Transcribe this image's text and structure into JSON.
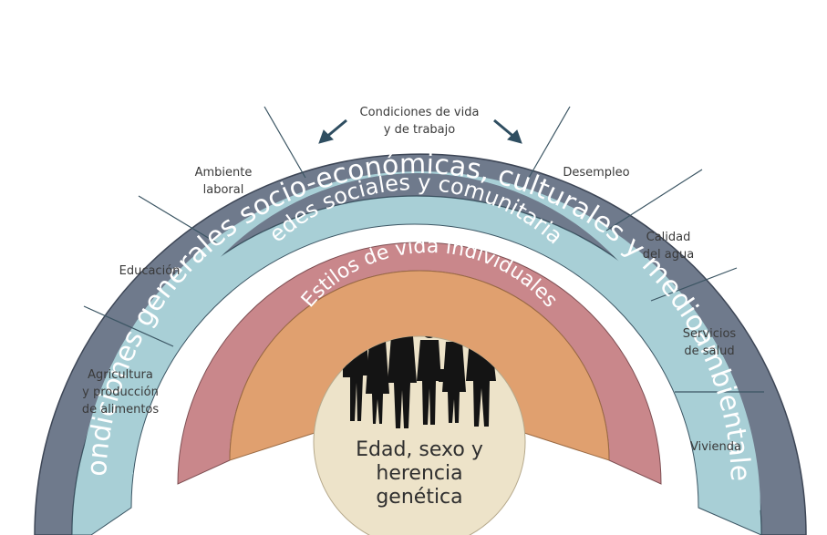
{
  "diagram": {
    "outer_ring_label": "Condiciones generales socio-económicas, culturales y medioambientales",
    "living_working_label": [
      "Condiciones de vida",
      "y de trabajo"
    ],
    "social_ring_label": "Redes sociales y comunitarias",
    "lifestyle_ring_label": "Estilos de vida individuales",
    "core_label": [
      "Edad, sexo y",
      "herencia",
      "genética"
    ],
    "left_segments": [
      {
        "label": [
          "Agricultura",
          "y producción",
          "de alimentos"
        ]
      },
      {
        "label": [
          "Educación"
        ]
      },
      {
        "label": [
          "Ambiente",
          "laboral"
        ]
      }
    ],
    "right_segments": [
      {
        "label": [
          "Desempleo"
        ]
      },
      {
        "label": [
          "Calidad",
          "del agua"
        ]
      },
      {
        "label": [
          "Servicios",
          "de salud"
        ]
      },
      {
        "label": [
          "Vivienda"
        ]
      }
    ],
    "people_icon": "group-of-business-people-silhouette",
    "arrow_icons": [
      "arrow-down-left-icon",
      "arrow-down-right-icon"
    ],
    "colors": {
      "outer_ring": "#6f7a8c",
      "outer_ring_stroke": "#3d4656",
      "segments": "#a8cfd6",
      "segment_lines": "#3b5563",
      "social_ring": "#c9878b",
      "lifestyle_ring": "#e0a06f",
      "core": "#ede3c9",
      "silhouette": "#141414",
      "arrow": "#2f4e61"
    }
  }
}
